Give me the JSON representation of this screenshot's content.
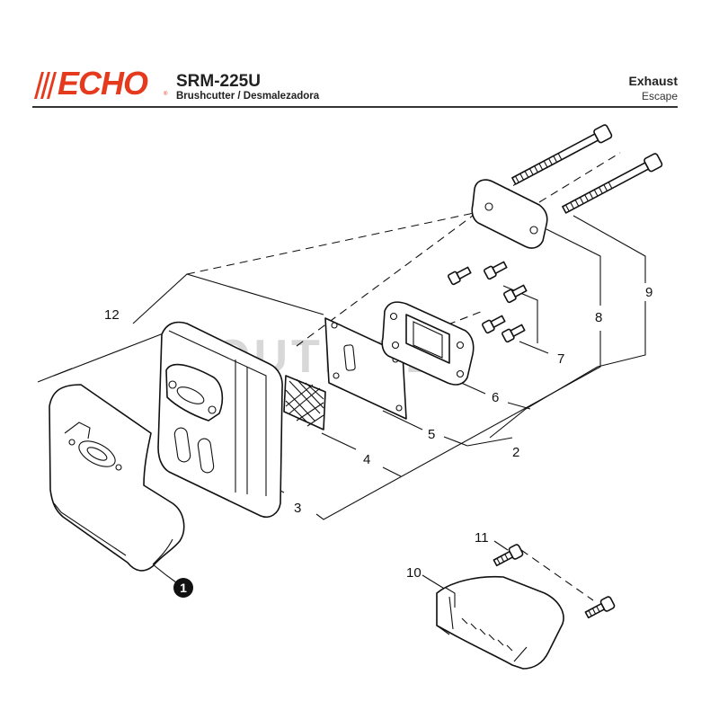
{
  "header": {
    "brand": "ECHO",
    "model": "SRM-225U",
    "subtitle": "Brushcutter / Desmalezadora",
    "section_title": "Exhaust",
    "section_subtitle": "Escape"
  },
  "watermark": "OUTILS25",
  "callouts": {
    "c1": "1",
    "c2": "2",
    "c3": "3",
    "c4": "4",
    "c5": "5",
    "c6": "6",
    "c7": "7",
    "c8": "8",
    "c9": "9",
    "c10": "10",
    "c11": "11",
    "c12": "12"
  },
  "colors": {
    "brand": "#e53a1e",
    "line": "#111111",
    "watermark": "#d8d8d8"
  }
}
